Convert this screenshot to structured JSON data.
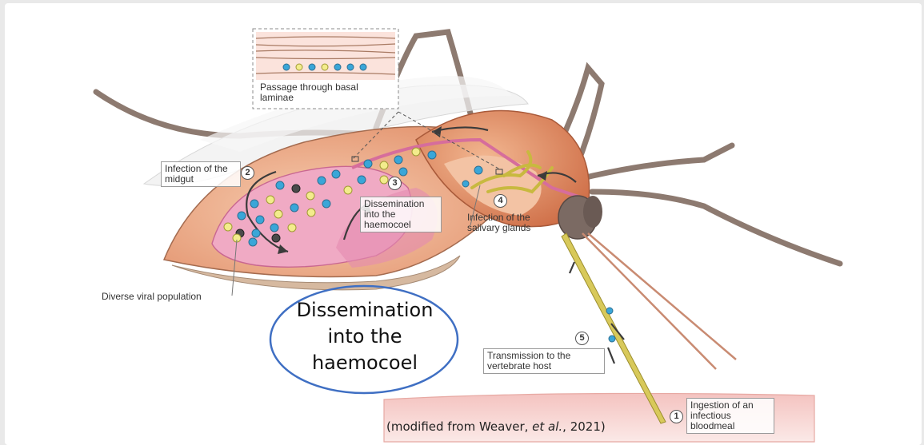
{
  "labels": {
    "passage": "Passage through basal laminae",
    "infection_midgut": "Infection of the midgut",
    "dissemination": "Dissemination into the haemocoel",
    "infection_salivary": "Infection of the salivary glands",
    "diverse": "Diverse viral population",
    "transmission": "Transmission to the vertebrate host",
    "ingestion": "Ingestion of an infectious bloodmeal"
  },
  "steps": {
    "s1": "1",
    "s2": "2",
    "s3": "3",
    "s4": "4",
    "s5": "5"
  },
  "callout": "Dissemination into the haemocoel",
  "citation": {
    "before": "(modified from Weaver, ",
    "italic": "et al.",
    "after": ", 2021)"
  },
  "colors": {
    "virus_blue": "#3aa6d8",
    "virus_yellow": "#f3ec8c",
    "virus_dark": "#4a4a4a",
    "midgut_pink": "#e79ab8",
    "callout_ring": "#3f6fc3"
  }
}
